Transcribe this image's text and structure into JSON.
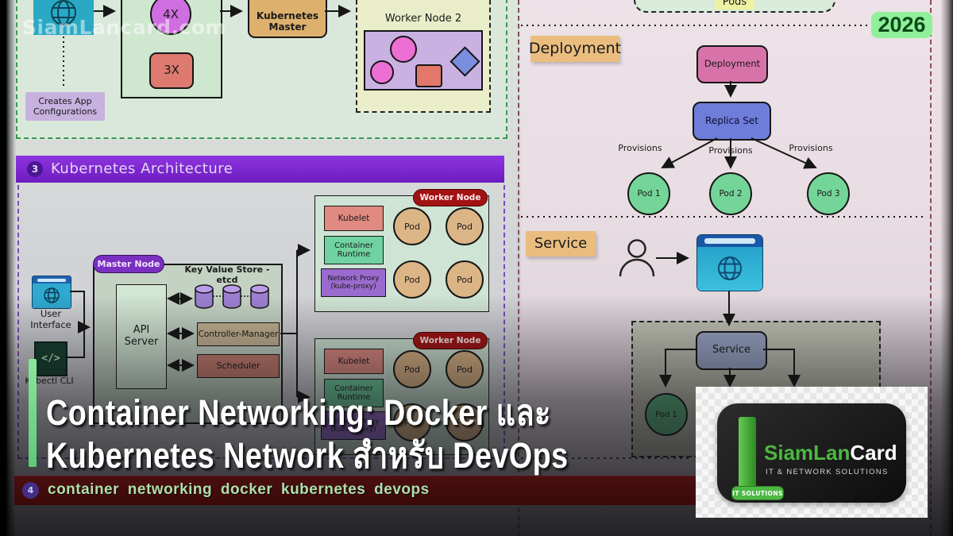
{
  "meta": {
    "watermark": "SiamLancard.com",
    "year_badge": "2026"
  },
  "top_flow": {
    "creates_label": "Creates App Configurations",
    "scale_4x": "4X",
    "scale_3x": "3X",
    "kubernetes_master": "Kubernetes Master",
    "worker_node_2_title": "Worker Node 2"
  },
  "architecture": {
    "section_number": "3",
    "section_title": "Kubernetes Architecture",
    "master_node_label": "Master Node",
    "api_server": "API Server",
    "etcd_label": "Key Value Store - etcd",
    "controller_manager": "Controller-Manager",
    "scheduler": "Scheduler",
    "user_interface": "User Interface",
    "kubectl_symbol": "</>",
    "kubectl_label": "Kubectl CLI",
    "worker_node_label": "Worker Node",
    "kubelet": "Kubelet",
    "container_runtime": "Container Runtime",
    "network_proxy": "Network Proxy (kube-proxy)",
    "pod": "Pod"
  },
  "right_panel": {
    "pods_box_label": "Pods",
    "deployment_section_label": "Deployment",
    "deployment_box": "Deployment",
    "replica_set": "Replica Set",
    "provisions_label": "Provisions",
    "pods": [
      "Pod 1",
      "Pod 2",
      "Pod 3"
    ],
    "service_section_label": "Service",
    "service_box": "Service",
    "service_pod": "Pod 1"
  },
  "title": {
    "line1": "Container Networking: Docker และ",
    "line2": "Kubernetes Network สำหรับ DevOps"
  },
  "footer": {
    "number": "4",
    "keywords": "container networking docker kubernetes devops"
  },
  "logo": {
    "brand_part1": "SiamLan",
    "brand_part2": "Card",
    "tagline": "IT & NETWORK SOLUTIONS",
    "ribbon": "IT SOLUTIONS"
  },
  "colors": {
    "accent_purple": "#7a2fc0",
    "banner_purple": "#7d26d4",
    "brand_green": "#4cb840",
    "year_badge_bg": "#90f09a",
    "year_badge_text": "#0b4a18",
    "footer_bar_bg": "#400c0c",
    "footer_text": "#addfad",
    "worker_node_pill_red": "#a31212",
    "pod_tan": "#dcb586",
    "pod_green": "#74d598"
  }
}
